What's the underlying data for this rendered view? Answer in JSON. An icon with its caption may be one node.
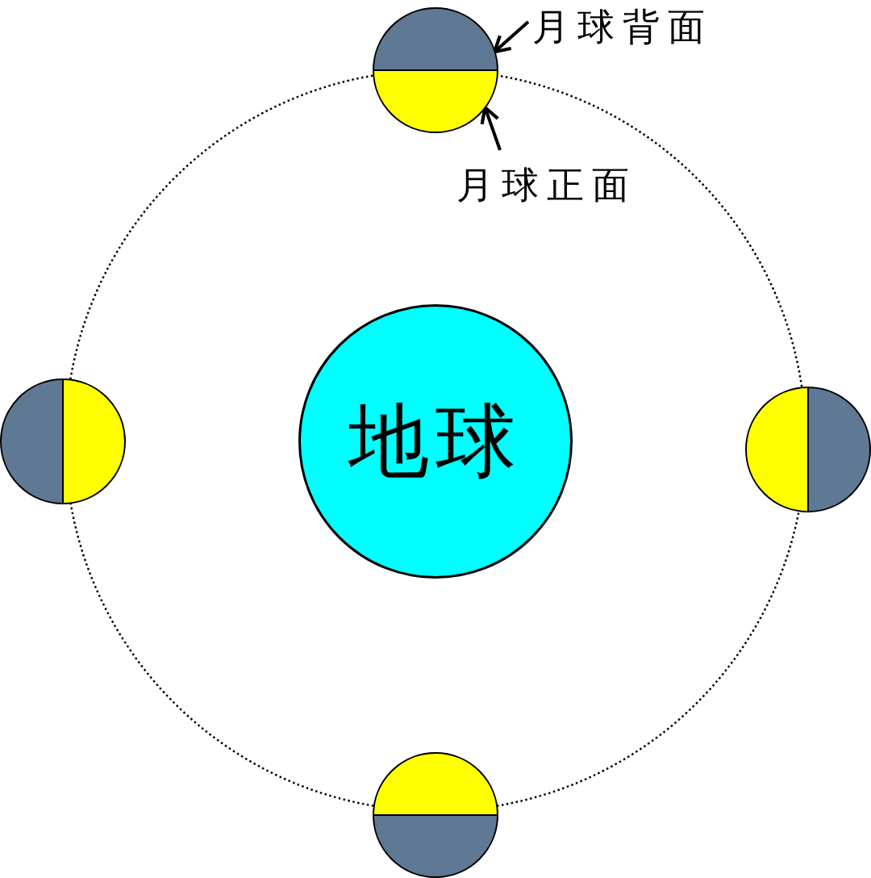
{
  "diagram": {
    "nodes": [
      {
        "text": [],
        "shape": "circle"
      },
      {
        "text": [
          "月球背面"
        ]
      },
      {
        "text": [
          "月球正面"
        ]
      },
      {
        "text": [],
        "shape": "circle"
      },
      {
        "text": [
          "地球"
        ]
      },
      {
        "text": [],
        "shape": "circle"
      },
      {
        "text": [],
        "shape": "circle"
      }
    ],
    "edges": [
      {
        "from": 1,
        "to": 0,
        "arrow": "to"
      },
      {
        "from": 2,
        "to": 0,
        "arrow": "to"
      }
    ]
  }
}
